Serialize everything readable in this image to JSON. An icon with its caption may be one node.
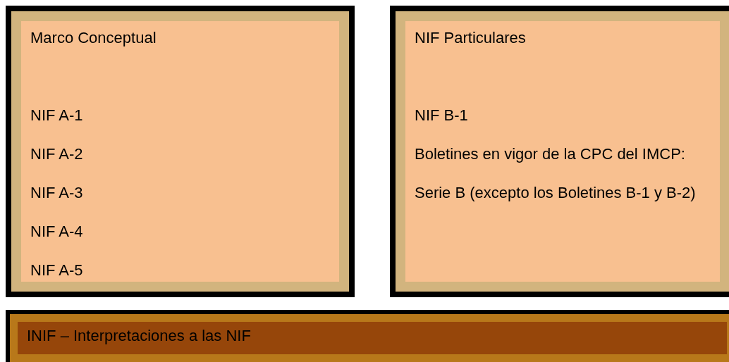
{
  "diagram": {
    "nodes": [
      {
        "text": [
          "Marco Conceptual",
          "NIF A-1",
          "NIF A-2",
          "NIF A-3",
          "NIF A-4",
          "NIF A-5"
        ]
      },
      {
        "text": [
          "NIF Particulares",
          "NIF B-1",
          "Boletines en vigor de la CPC del IMCP:",
          "Serie B (excepto los Boletines B-1 y B-2)"
        ]
      },
      {
        "text": [
          "INIF – Interpretaciones a las NIF"
        ]
      }
    ]
  }
}
